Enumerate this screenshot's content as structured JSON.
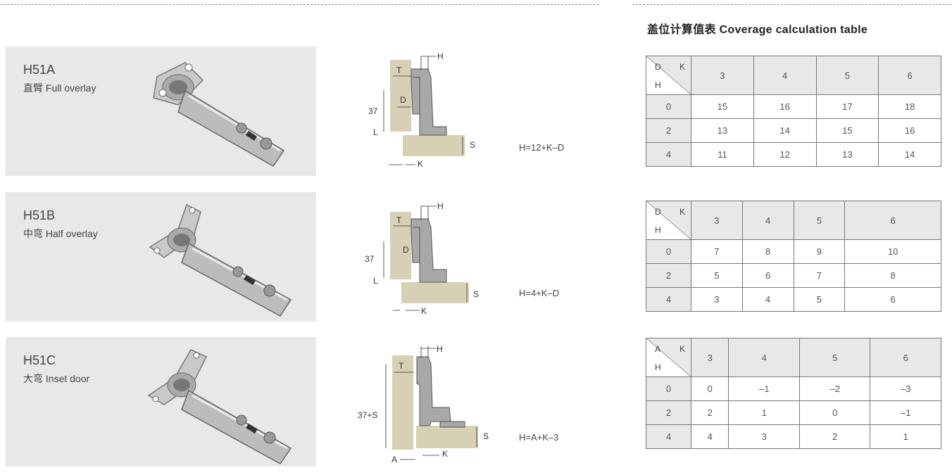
{
  "table_heading": "盖位计算值表  Coverage calculation table",
  "products": [
    {
      "model": "H51A",
      "description": "直臂 Full overlay",
      "diagram": {
        "labels": {
          "h": "H",
          "t": "T",
          "d": "D",
          "dim": "37",
          "l": "L",
          "s": "S",
          "k": "K"
        }
      },
      "formula": "H=12+K–D"
    },
    {
      "model": "H51B",
      "description": "中弯 Half overlay",
      "diagram": {
        "labels": {
          "h": "H",
          "t": "T",
          "d": "D",
          "dim": "37",
          "l": "L",
          "s": "S",
          "k": "K"
        }
      },
      "formula": "H=4+K–D"
    },
    {
      "model": "H51C",
      "description": "大弯 Inset door",
      "diagram": {
        "labels": {
          "h": "H",
          "t": "T",
          "dim": "37+S",
          "a": "A",
          "s": "S",
          "k": "K"
        }
      },
      "formula": "H=A+K–3"
    }
  ],
  "tables": [
    {
      "corner": {
        "top": "D",
        "right": "K",
        "bottom": "H"
      },
      "columns": [
        "3",
        "4",
        "5",
        "6"
      ],
      "rows": [
        {
          "label": "0",
          "values": [
            "15",
            "16",
            "17",
            "18"
          ]
        },
        {
          "label": "2",
          "values": [
            "13",
            "14",
            "15",
            "16"
          ]
        },
        {
          "label": "4",
          "values": [
            "11",
            "12",
            "13",
            "14"
          ]
        }
      ]
    },
    {
      "corner": {
        "top": "D",
        "right": "K",
        "bottom": "H"
      },
      "columns": [
        "3",
        "4",
        "5",
        "6"
      ],
      "rows": [
        {
          "label": "0",
          "values": [
            "7",
            "8",
            "9",
            "10"
          ]
        },
        {
          "label": "2",
          "values": [
            "5",
            "6",
            "7",
            "8"
          ]
        },
        {
          "label": "4",
          "values": [
            "3",
            "4",
            "5",
            "6"
          ]
        }
      ]
    },
    {
      "corner": {
        "top": "A",
        "right": "K",
        "bottom": "H"
      },
      "columns": [
        "3",
        "4",
        "5",
        "6"
      ],
      "rows": [
        {
          "label": "0",
          "values": [
            "0",
            "–1",
            "–2",
            "–3"
          ]
        },
        {
          "label": "2",
          "values": [
            "2",
            "1",
            "0",
            "–1"
          ]
        },
        {
          "label": "4",
          "values": [
            "4",
            "3",
            "2",
            "1"
          ]
        }
      ]
    }
  ]
}
